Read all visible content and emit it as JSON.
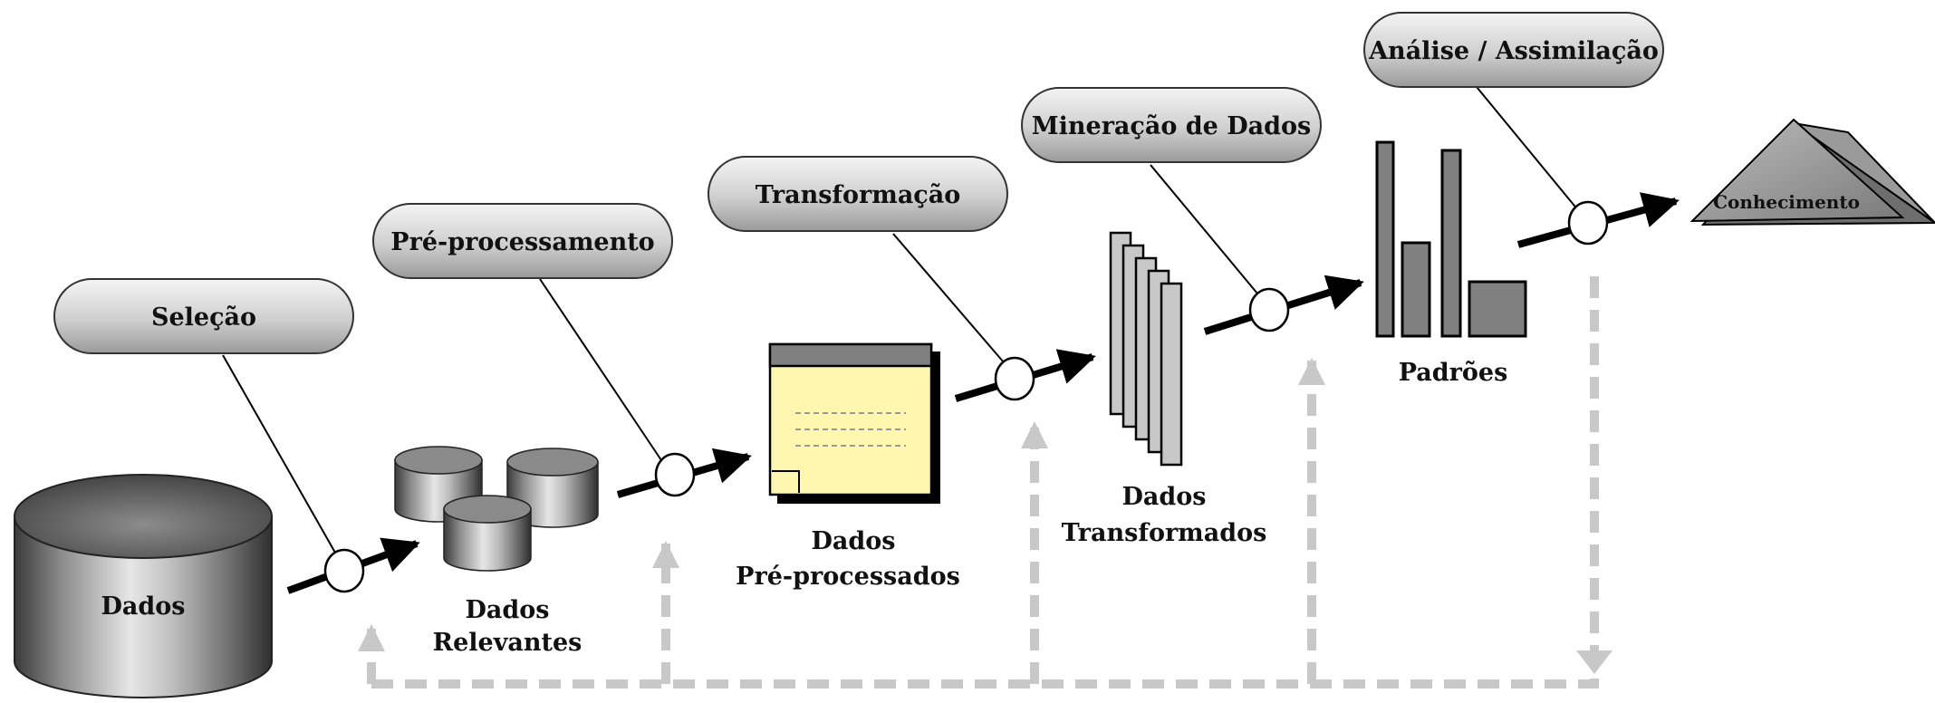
{
  "steps": [
    {
      "id": "selecao",
      "label": "Seleção"
    },
    {
      "id": "preprocessamento",
      "label": "Pré-processamento"
    },
    {
      "id": "transformacao",
      "label": "Transformação"
    },
    {
      "id": "mineracao",
      "label": "Mineração de Dados"
    },
    {
      "id": "analise",
      "label": "Análise / Assimilação"
    }
  ],
  "objects": {
    "dados": "Dados",
    "dados_relevantes": [
      "Dados",
      "Relevantes"
    ],
    "dados_preprocessados": [
      "Dados",
      "Pré-processados"
    ],
    "dados_transformados": [
      "Dados",
      "Transformados"
    ],
    "padroes": "Padrões",
    "conhecimento": "Conhecimento"
  },
  "colors": {
    "arrow": "#000000",
    "feedback": "#c8c8c8",
    "note_fill": "#fff6b0",
    "bar_fill": "#808080",
    "sheet_fill": "#c8c8c8"
  }
}
